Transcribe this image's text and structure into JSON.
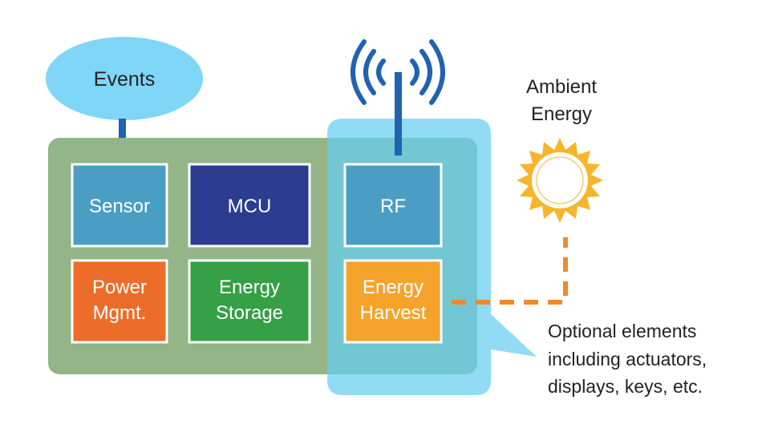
{
  "events": {
    "label": "Events"
  },
  "ambient": {
    "line1": "Ambient",
    "line2": "Energy"
  },
  "blocks": {
    "sensor": {
      "line1": "Sensor"
    },
    "mcu": {
      "line1": "MCU"
    },
    "rf": {
      "line1": "RF"
    },
    "power": {
      "line1": "Power",
      "line2": "Mgmt."
    },
    "storage": {
      "line1": "Energy",
      "line2": "Storage"
    },
    "harvest": {
      "line1": "Energy",
      "line2": "Harvest"
    }
  },
  "optional_note": {
    "line1": "Optional elements",
    "line2": "including actuators,",
    "line3": "displays, keys, etc."
  },
  "colors": {
    "board": "#93b587",
    "optional_region": "#66cdf1",
    "events_bubble": "#7fd6f6",
    "sensor": "#4a9ec4",
    "mcu": "#2b3c91",
    "rf": "#4a9ec4",
    "power": "#ec6d2a",
    "storage": "#35a046",
    "harvest": "#f4a42a",
    "sun": "#f7b52b",
    "antenna": "#1f63b1",
    "dashed_link": "#f08a2a"
  }
}
